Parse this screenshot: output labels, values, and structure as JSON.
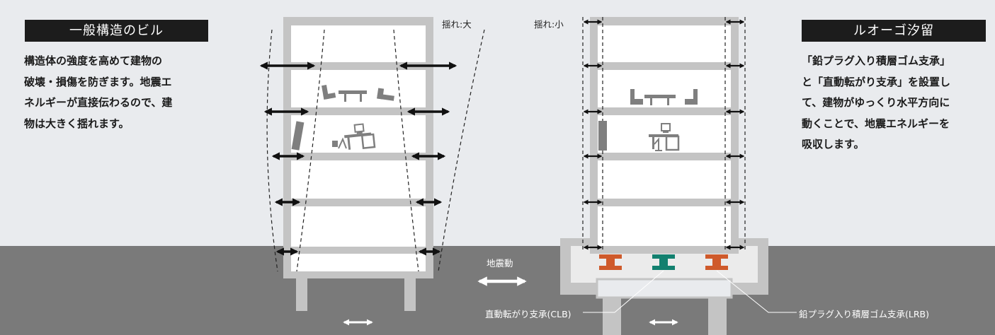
{
  "left_panel": {
    "title": "一般構造のビル",
    "description": "構造体の強度を高めて建物の\n破壊・損傷を防ぎます。地震エ\nネルギーが直接伝わるので、建\n物は大きく揺れます。"
  },
  "right_panel": {
    "title": "ルオーゴ汐留",
    "description": "「鉛プラグ入り積層ゴム支承」\nと「直動転がり支承」を設置し\nて、建物がゆっくり水平方向に\n動くことで、地震エネルギーを\n吸収します。"
  },
  "labels": {
    "sway_large": "揺れ:大",
    "sway_small": "揺れ:小",
    "ground_motion": "地震動",
    "clb": "直動転がり支承(CLB)",
    "lrb": "鉛プラグ入り積層ゴム支承(LRB)"
  },
  "colors": {
    "background": "#e9ebee",
    "ground": "#7a7a7a",
    "structure": "#c4c4c4",
    "lrb_bearing": "#cf5a2b",
    "clb_bearing": "#12806f",
    "title_box": "#1c1c1c"
  }
}
